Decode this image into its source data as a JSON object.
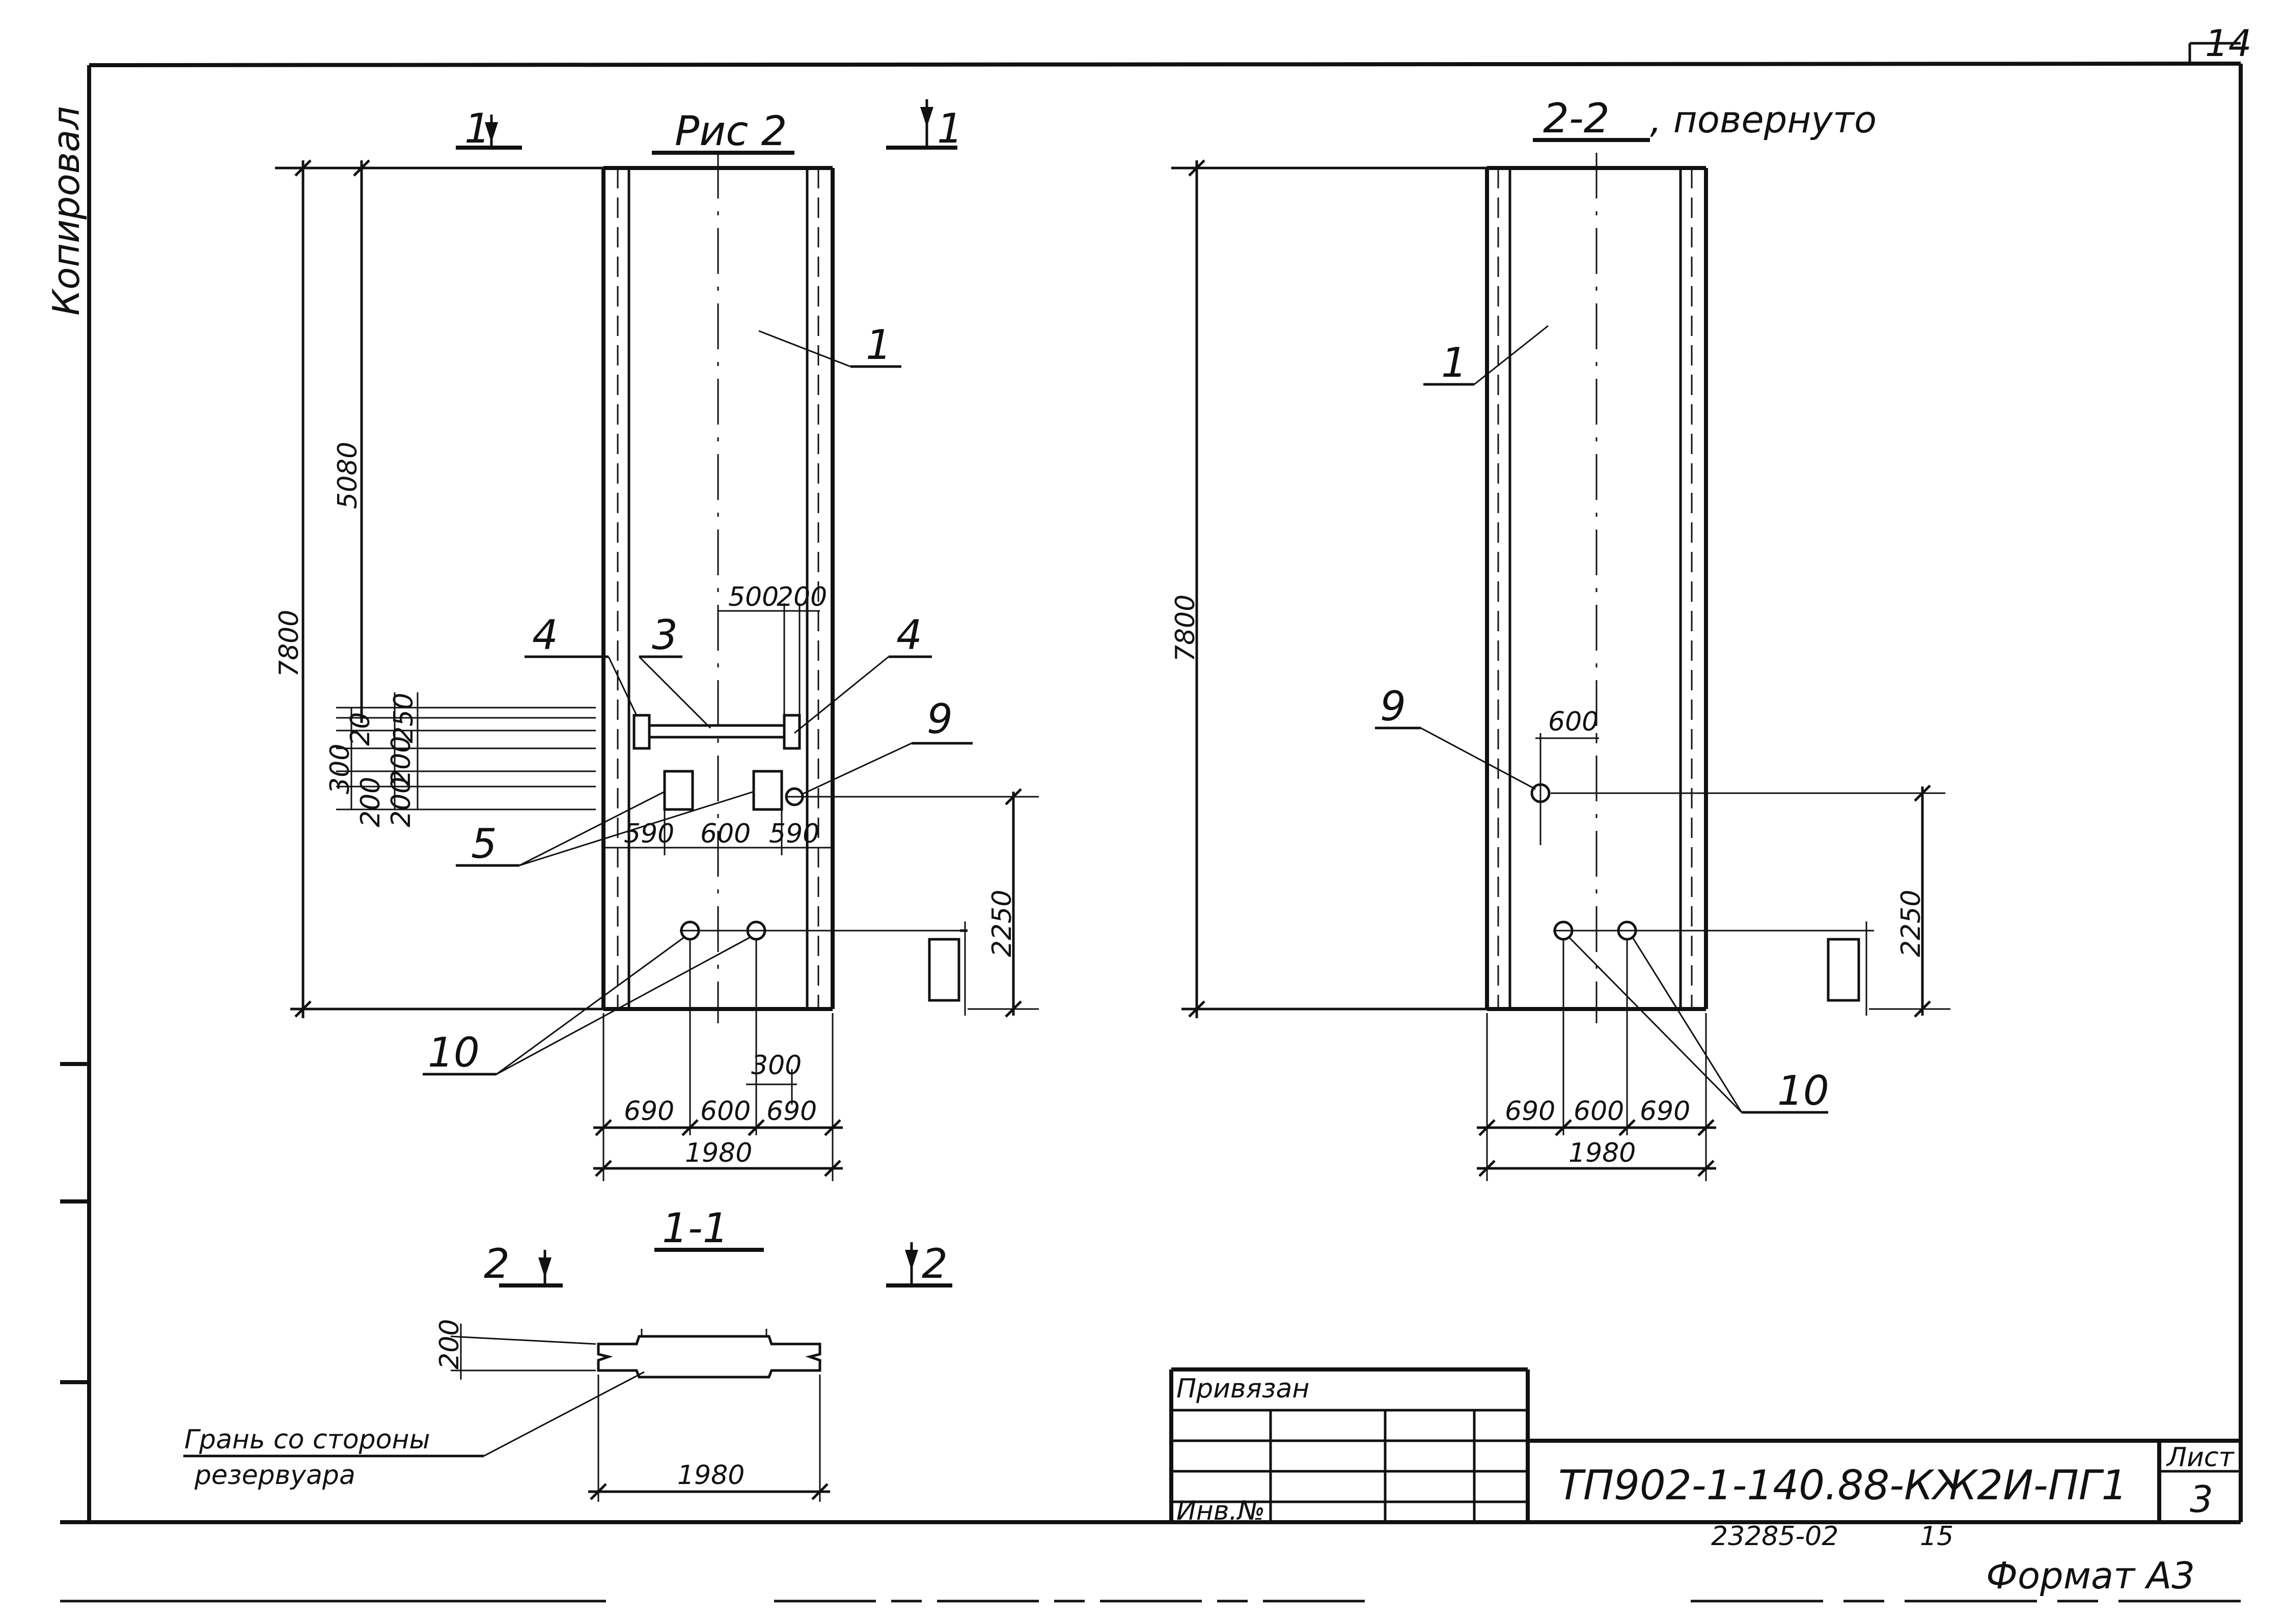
{
  "sheet": {
    "corner_number": "14",
    "margin_note": "Копировал",
    "format_label": "Формат А3",
    "archive_number": "23285-02",
    "archive_page": "15"
  },
  "view_front": {
    "title": "Рис 2",
    "cut_left": "1",
    "cut_right": "1",
    "callouts": [
      "1",
      "3",
      "4",
      "4",
      "5",
      "9",
      "10"
    ],
    "dims": {
      "h_total": "7800",
      "h_upper": "5080",
      "v_stack": [
        "20",
        "250",
        "300",
        "200",
        "200"
      ],
      "v_stack_second": "200",
      "top_500": "500",
      "top_200": "200",
      "mid_590_l": "590",
      "mid_600": "600",
      "mid_590_r": "590",
      "right_2250": "2250",
      "bot_300": "300",
      "bot_690_l": "690",
      "bot_600": "600",
      "bot_690_r": "690",
      "bot_total": "1980"
    }
  },
  "view_side": {
    "title": "2-2",
    "title_suffix": ", повернуто",
    "callouts": [
      "1",
      "9",
      "10"
    ],
    "dims": {
      "h_total": "7800",
      "top_600": "600",
      "right_2250": "2250",
      "bot_690_l": "690",
      "bot_600": "600",
      "bot_690_r": "690",
      "bot_total": "1980"
    }
  },
  "section_1_1": {
    "title": "1-1",
    "cut_left": "2",
    "cut_right": "2",
    "dim_thickness": "200",
    "dim_width": "1980",
    "note_line1": "Грань со стороны",
    "note_line2": "резервуара"
  },
  "title_block": {
    "bound_label": "Привязан",
    "inv_label": "Инв.№",
    "doc_code": "ТП902-1-140.88-КЖ2И-ПГ1",
    "sheet_label": "Лист",
    "sheet_number": "3"
  }
}
